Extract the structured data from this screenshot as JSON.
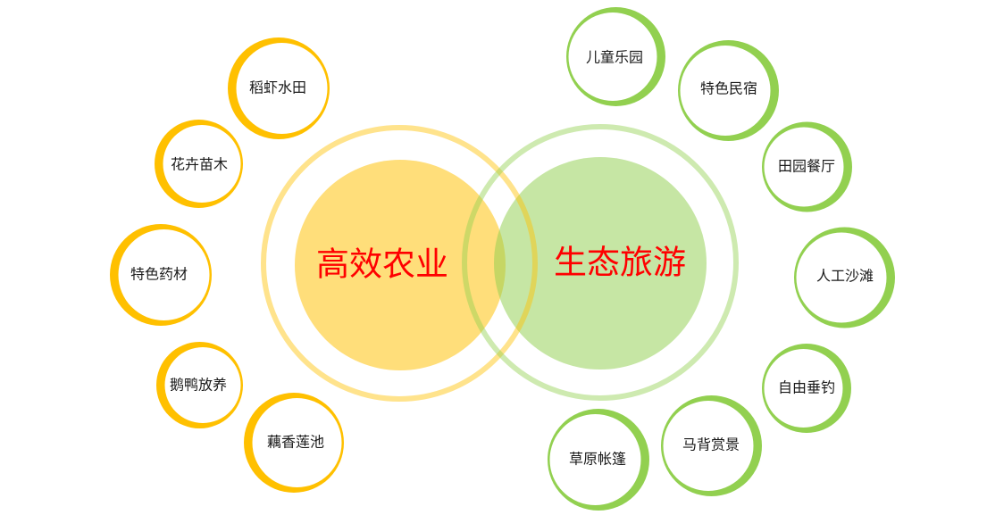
{
  "diagram": {
    "left_group": {
      "title": "高效农业",
      "items": [
        "稻虾水田",
        "花卉苗木",
        "特色药材",
        "鹅鸭放养",
        "藕香莲池"
      ]
    },
    "right_group": {
      "title": "生态旅游",
      "items": [
        "儿童乐园",
        "特色民宿",
        "田园餐厅",
        "人工沙滩",
        "自由垂钓",
        "马背赏景",
        "草原帐篷"
      ]
    }
  },
  "colors": {
    "left_accent": "#FFC000",
    "right_accent": "#92D050",
    "title_text": "#FF0000"
  }
}
